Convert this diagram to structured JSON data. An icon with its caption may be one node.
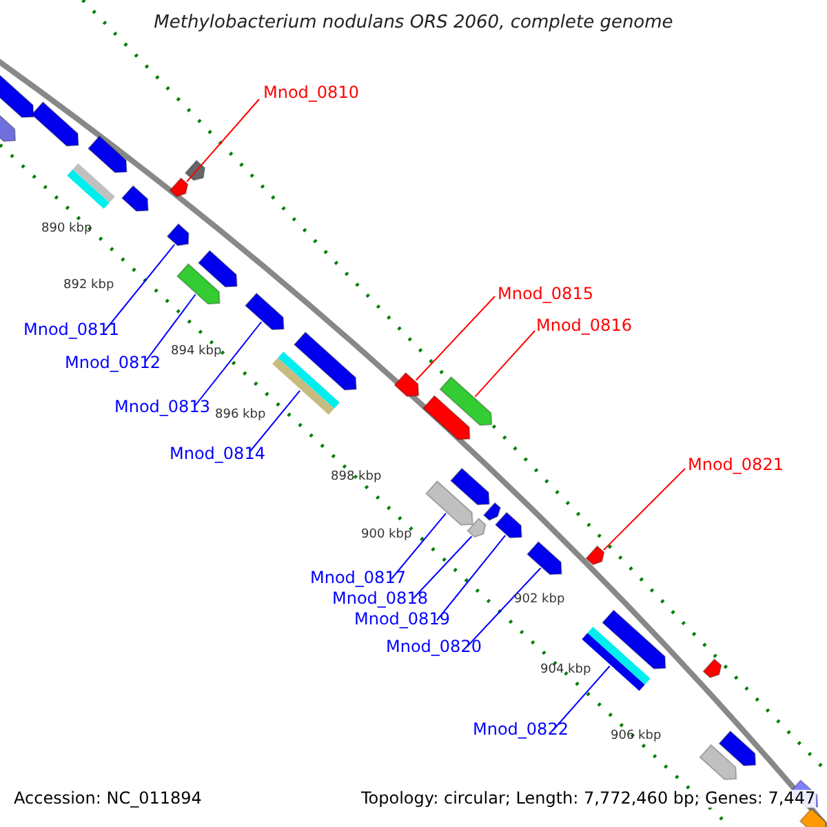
{
  "diagram": {
    "title": "Methylobacterium nodulans ORS 2060, complete genome",
    "nodes": [
      {
        "text": [
          "Mnod_0810"
        ]
      },
      {
        "text": [
          "Mnod_0811"
        ]
      },
      {
        "text": [
          "Mnod_0812"
        ]
      },
      {
        "text": [
          "Mnod_0813"
        ]
      },
      {
        "text": [
          "Mnod_0814"
        ]
      },
      {
        "text": [
          "Mnod_0815"
        ]
      },
      {
        "text": [
          "Mnod_0816"
        ]
      },
      {
        "text": [
          "Mnod_0817"
        ]
      },
      {
        "text": [
          "Mnod_0818"
        ]
      },
      {
        "text": [
          "Mnod_0819"
        ]
      },
      {
        "text": [
          "Mnod_0820"
        ]
      },
      {
        "text": [
          "Mnod_0821"
        ]
      },
      {
        "text": [
          "Mnod_0822"
        ]
      },
      {
        "text": [],
        "shape": "arrow"
      },
      {
        "text": [],
        "shape": "arrow"
      },
      {
        "text": [],
        "shape": "arrow"
      },
      {
        "text": [],
        "shape": "arrow"
      },
      {
        "text": [],
        "shape": "arrow"
      },
      {
        "text": [],
        "shape": "box"
      },
      {
        "text": [],
        "shape": "arrow"
      },
      {
        "text": [],
        "shape": "arrow"
      },
      {
        "text": [],
        "shape": "arrow"
      },
      {
        "text": [],
        "shape": "arrow"
      },
      {
        "text": [],
        "shape": "arrow"
      },
      {
        "text": [],
        "shape": "arrow"
      },
      {
        "text": [],
        "shape": "arrow"
      },
      {
        "text": [],
        "shape": "box"
      },
      {
        "text": [],
        "shape": "arrow"
      },
      {
        "text": [],
        "shape": "arrow"
      },
      {
        "text": [],
        "shape": "arrow"
      },
      {
        "text": [],
        "shape": "arrow"
      },
      {
        "text": [],
        "shape": "arrow"
      },
      {
        "text": [],
        "shape": "arrow"
      },
      {
        "text": [],
        "shape": "arrow"
      },
      {
        "text": [],
        "shape": "arrow"
      },
      {
        "text": [],
        "shape": "arrow"
      },
      {
        "text": [],
        "shape": "arrow"
      },
      {
        "text": [],
        "shape": "arrow"
      },
      {
        "text": [],
        "shape": "box"
      },
      {
        "text": [],
        "shape": "arrow"
      },
      {
        "text": [],
        "shape": "arrow"
      },
      {
        "text": [],
        "shape": "arrow"
      },
      {
        "text": [],
        "shape": "arrow"
      },
      {
        "text": [],
        "shape": "arrow"
      }
    ],
    "edges": [
      {
        "from": 0,
        "to": 20,
        "arrow": "none",
        "color": "#ff0000"
      },
      {
        "from": 1,
        "to": 21,
        "arrow": "none"
      },
      {
        "from": 2,
        "to": 23,
        "arrow": "none"
      },
      {
        "from": 3,
        "to": 24,
        "arrow": "none"
      },
      {
        "from": 4,
        "to": 26,
        "arrow": "none"
      },
      {
        "from": 5,
        "to": 27,
        "arrow": "none",
        "color": "#ff0000"
      },
      {
        "from": 6,
        "to": 29,
        "arrow": "none",
        "color": "#ff0000"
      },
      {
        "from": 7,
        "to": 31,
        "arrow": "none"
      },
      {
        "from": 8,
        "to": 33,
        "arrow": "none"
      },
      {
        "from": 9,
        "to": 34,
        "arrow": "none"
      },
      {
        "from": 10,
        "to": 35,
        "arrow": "none"
      },
      {
        "from": 11,
        "to": 36,
        "arrow": "none",
        "color": "#ff0000"
      },
      {
        "from": 12,
        "to": 38,
        "arrow": "none"
      }
    ],
    "labels": [
      "890 kbp",
      "892 kbp",
      "894 kbp",
      "896 kbp",
      "898 kbp",
      "900 kbp",
      "902 kbp",
      "904 kbp",
      "906 kbp",
      "Accession: NC_011894",
      "Topology: circular; Length: 7,772,460 bp; Genes: 7,447"
    ]
  }
}
